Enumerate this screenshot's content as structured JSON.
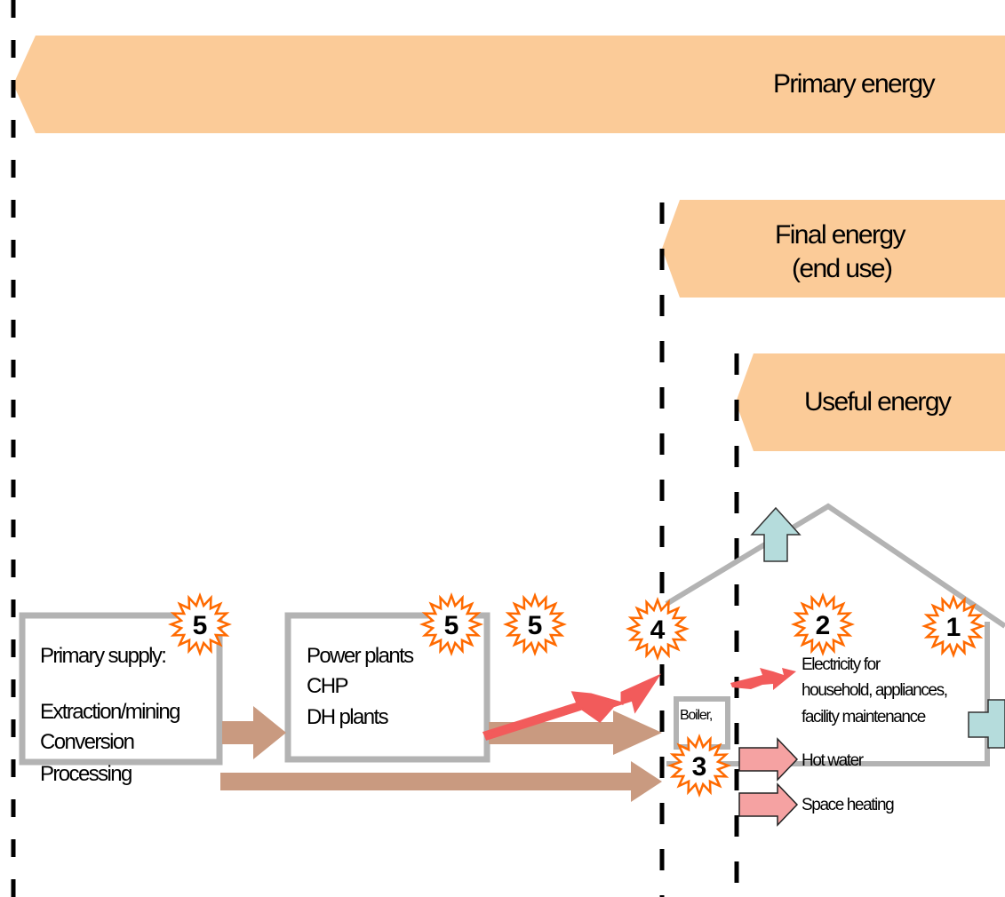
{
  "bands": {
    "primary_label": "Primary energy",
    "final_label_1": "Final energy",
    "final_label_2": "(end use)",
    "useful_label": "Useful energy"
  },
  "boxes": {
    "primary_supply": [
      "Primary supply:",
      "Extraction/mining",
      "Conversion",
      "Processing"
    ],
    "power_plants": [
      "Power plants",
      "CHP",
      "DH plants"
    ],
    "boiler": "Boiler,"
  },
  "house_labels": {
    "electricity": [
      "Electricity for",
      "household, appliances,",
      "facility maintenance"
    ],
    "hot_water": "Hot water",
    "space_heating": "Space heating"
  },
  "markers": [
    "5",
    "5",
    "5",
    "4",
    "2",
    "1",
    "3"
  ],
  "colors": {
    "band": "#fbcb98",
    "box_border": "#b3b3b3",
    "flow_arrow": "#c99a80",
    "electricity": "#f25b5b",
    "heat_arrow": "#f5a2a2",
    "loss_arrow": "#b5dcdc",
    "burst_fill": "#ff6a00",
    "burst_inner": "#ffffff"
  }
}
